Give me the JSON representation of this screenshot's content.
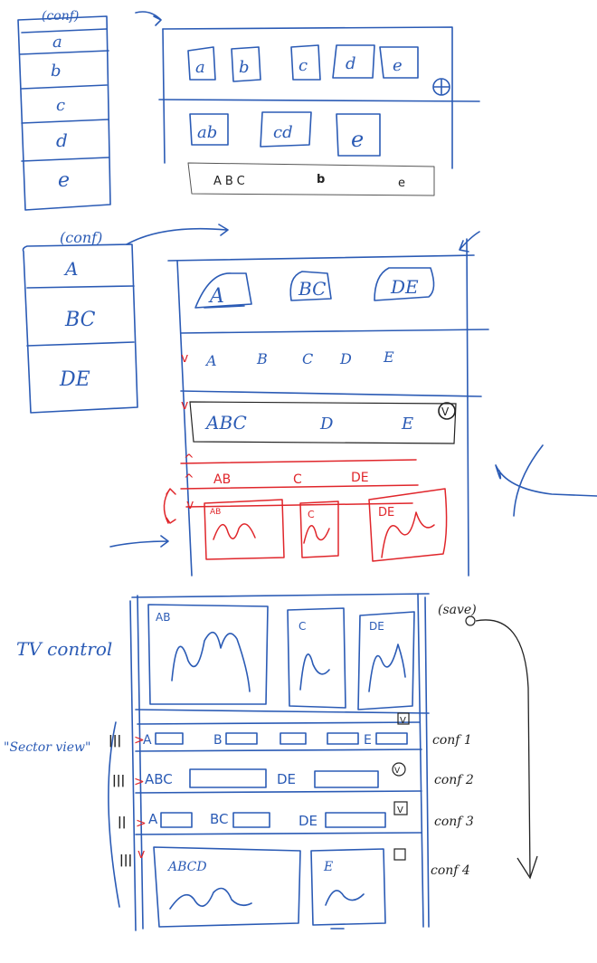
{
  "colors": {
    "ink": "#2b5bb5",
    "red": "#e0262b",
    "dark": "#222222"
  },
  "section1": {
    "list_title": "(conf)",
    "list_items": [
      "a",
      "b",
      "c",
      "d",
      "e"
    ],
    "top_chips": [
      "a",
      "b",
      "c",
      "d",
      "e"
    ],
    "plus_icon": "⊕",
    "mid_chips": [
      "ab",
      "cd",
      "e"
    ],
    "bar": {
      "left": "ABC",
      "mid": "b",
      "right": "e"
    }
  },
  "section2": {
    "list_title": "(conf)",
    "list_items": [
      "A",
      "BC",
      "DE"
    ],
    "top_chips": [
      "A",
      "BC",
      "DE"
    ],
    "row_letters": [
      "A",
      "B",
      "C",
      "D",
      "E"
    ],
    "bar": {
      "left": "ABC",
      "mid": "D",
      "right": "E"
    },
    "check_mark": "V",
    "toggle_mark": "v",
    "caret_up": "^",
    "red_row": [
      "AB",
      "C",
      "DE"
    ],
    "red_cards": [
      "AB",
      "C",
      "DE"
    ]
  },
  "section3": {
    "tv_label": "TV control",
    "sector_label": "\"Sector view\"",
    "save_label": "(save)",
    "top_cards": [
      "AB",
      "C",
      "DE"
    ],
    "rows": [
      {
        "label": "conf 1",
        "items": [
          "A",
          "B",
          "",
          "",
          "E"
        ],
        "check": "V"
      },
      {
        "label": "conf 2",
        "items": [
          "ABC",
          "DE"
        ],
        "check": "V"
      },
      {
        "label": "conf 3",
        "items": [
          "A",
          "BC",
          "DE"
        ],
        "check": "V"
      },
      {
        "label": "conf 4",
        "items": [
          "ABCD",
          "E"
        ],
        "check": ""
      }
    ]
  }
}
